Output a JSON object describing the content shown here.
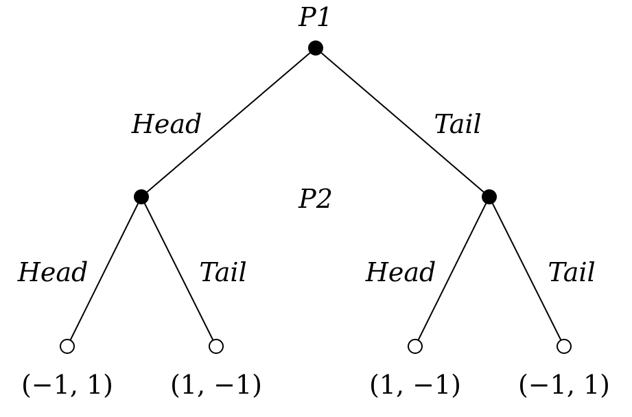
{
  "players": {
    "p1": "P1",
    "p2": "P2"
  },
  "edges": {
    "root_left": "Head",
    "root_right": "Tail",
    "left_left": "Head",
    "left_right": "Tail",
    "right_left": "Head",
    "right_right": "Tail"
  },
  "payoffs": {
    "ll": "(−1, 1)",
    "lr": "(1, −1)",
    "rl": "(1, −1)",
    "rr": "(−1, 1)"
  }
}
